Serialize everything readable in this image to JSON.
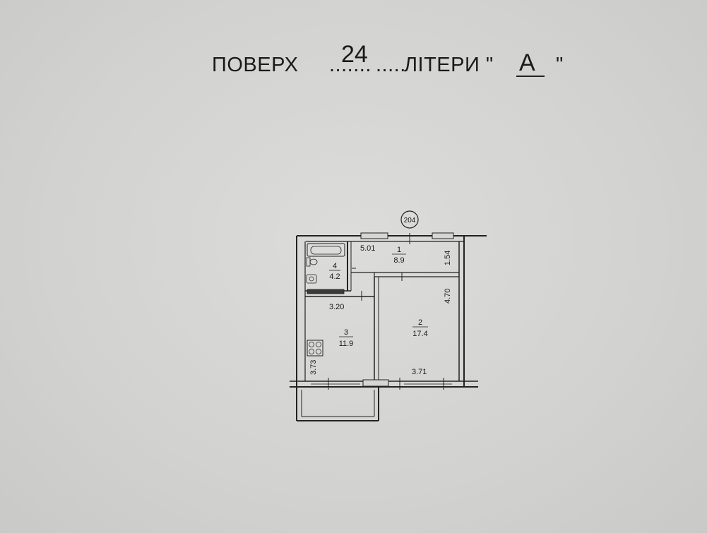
{
  "heading": {
    "prefix": "ПОВЕРХ",
    "dots_left": ".......",
    "floor_number": "24",
    "dots_right": ".....",
    "letters_label": "ЛІТЕРИ \"",
    "letter": "А",
    "closing_quote": "\""
  },
  "plan": {
    "marker": "204",
    "rooms": [
      {
        "number": "1",
        "area": "8.9"
      },
      {
        "number": "2",
        "area": "17.4"
      },
      {
        "number": "3",
        "area": "11.9"
      },
      {
        "number": "4",
        "area": "4.2"
      }
    ],
    "dimensions": {
      "top_width": "5.01",
      "hall_depth": "1.54",
      "room2_depth": "4.70",
      "kitchen_width": "3.20",
      "kitchen_depth": "3.73",
      "room2_width": "3.71"
    }
  }
}
